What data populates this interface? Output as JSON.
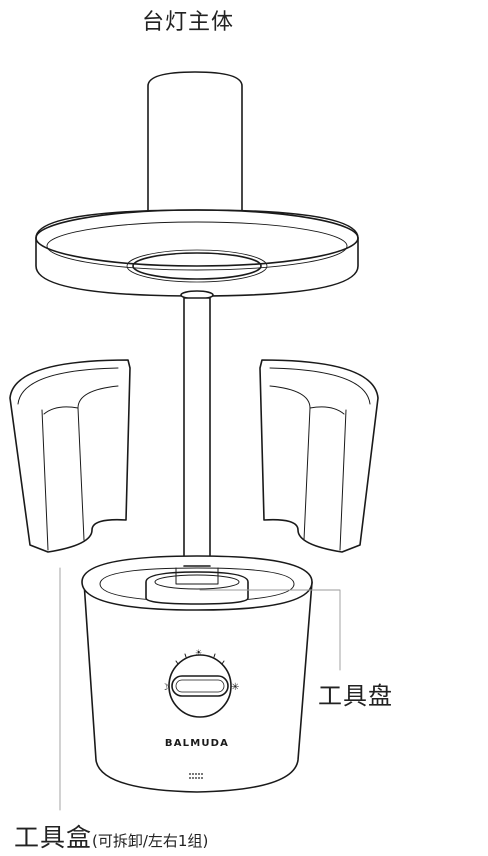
{
  "labels": {
    "lamp_body": "台灯主体",
    "tool_tray": "工具盘",
    "tool_box": "工具盒",
    "tool_box_note": "(可拆卸/左右1组)"
  },
  "brand": "BALMUDA",
  "dial_symbols": {
    "moon": "☽",
    "sun_small": "☀",
    "sun_large": "✳"
  },
  "colors": {
    "line": "#1a1a1a",
    "leader": "#9a9a9a"
  }
}
